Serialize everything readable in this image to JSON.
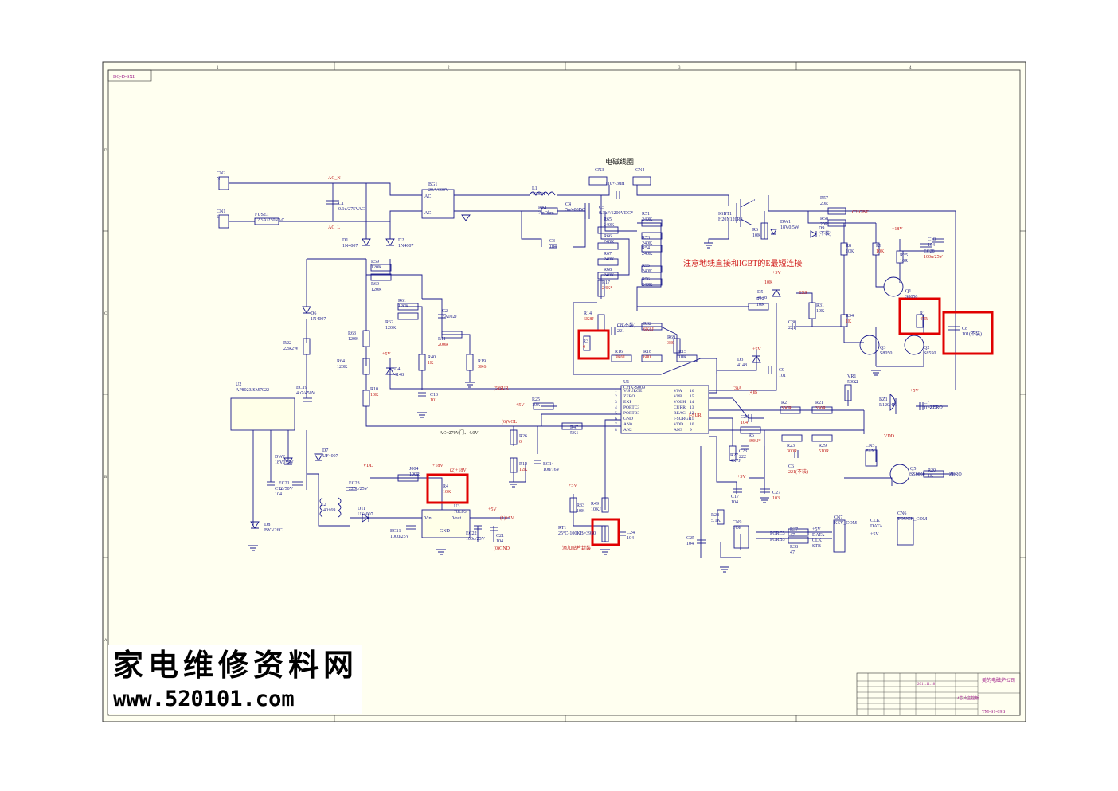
{
  "sheet": {
    "doc_code": "DQ-D-SXL",
    "title_block": {
      "company": "美的电磁炉公司",
      "model": "TM-S1-09B",
      "date": "2011.11.18",
      "product": "4芯片主控板"
    },
    "zones_top": [
      "1",
      "2",
      "3",
      "4"
    ],
    "zones_side": [
      "D",
      "C",
      "B",
      "A"
    ]
  },
  "notes": {
    "coil": "电磁线圈",
    "ground": "注意地线直接和IGBT的E最短连接",
    "ac_range": "AC~270V门、4.0V",
    "ntc": "添加贴片封装"
  },
  "components": [
    {
      "ref": "CN2",
      "value": "N"
    },
    {
      "ref": "CN1",
      "value": "L"
    },
    {
      "ref": "FUSE1",
      "value": "12.5A/250VAC"
    },
    {
      "ref": "C1",
      "value": "0.1u/275VAC"
    },
    {
      "ref": "BG1",
      "value": "20A/600V"
    },
    {
      "ref": "L1",
      "value": "400uH"
    },
    {
      "ref": "CN3",
      "value": ""
    },
    {
      "ref": "CN4",
      "value": ""
    },
    {
      "ref": "C5",
      "value": "0.3uF/1200VDC*"
    },
    {
      "ref": "C4",
      "value": "5u/400DC"
    },
    {
      "ref": "RKI",
      "value": "7mOhm"
    },
    {
      "ref": "C3",
      "value": "104"
    },
    {
      "ref": "IGBT1",
      "value": "H20N120R3"
    },
    {
      "ref": "R6",
      "value": "10K"
    },
    {
      "ref": "DW1",
      "value": "18V0.5W"
    },
    {
      "ref": "D9",
      "value": "(不装)"
    },
    {
      "ref": "R57",
      "value": "20R"
    },
    {
      "ref": "R58",
      "value": "20R"
    },
    {
      "ref": "R8",
      "value": "10K"
    },
    {
      "ref": "R9",
      "value": "10K"
    },
    {
      "ref": "R35",
      "value": "10R"
    },
    {
      "ref": "EC28",
      "value": "100u/25V"
    },
    {
      "ref": "C10",
      "value": "104"
    },
    {
      "ref": "Q1",
      "value": "S8050"
    },
    {
      "ref": "R1",
      "value": "47R"
    },
    {
      "ref": "C8",
      "value": "101(不装)"
    },
    {
      "ref": "Q3",
      "value": "S8050"
    },
    {
      "ref": "Q2",
      "value": "S8550"
    },
    {
      "ref": "R34",
      "value": "1K"
    },
    {
      "ref": "R31",
      "value": "10K"
    },
    {
      "ref": "C30",
      "value": "221"
    },
    {
      "ref": "R24",
      "value": "10K"
    },
    {
      "ref": "D5",
      "value": "4148"
    },
    {
      "ref": "D3",
      "value": "4148"
    },
    {
      "ref": "C9",
      "value": "101"
    },
    {
      "ref": "D1",
      "value": "1N4007"
    },
    {
      "ref": "D2",
      "value": "1N4007"
    },
    {
      "ref": "R59",
      "value": "120K"
    },
    {
      "ref": "R60",
      "value": "120K"
    },
    {
      "ref": "R61",
      "value": "120K"
    },
    {
      "ref": "R62",
      "value": "120K"
    },
    {
      "ref": "C2",
      "value": "3A102J"
    },
    {
      "ref": "R11",
      "value": "200R"
    },
    {
      "ref": "R19",
      "value": "3K6"
    },
    {
      "ref": "R40",
      "value": "1K"
    },
    {
      "ref": "C13",
      "value": "101"
    },
    {
      "ref": "R63",
      "value": "120K"
    },
    {
      "ref": "R64",
      "value": "120K"
    },
    {
      "ref": "R10",
      "value": "10K"
    },
    {
      "ref": "D4",
      "value": "4148"
    },
    {
      "ref": "D6",
      "value": "1N4007"
    },
    {
      "ref": "R22",
      "value": "22R2W"
    },
    {
      "ref": "R65",
      "value": "240K"
    },
    {
      "ref": "R66",
      "value": "240K"
    },
    {
      "ref": "R67",
      "value": "240K"
    },
    {
      "ref": "R68",
      "value": "240K"
    },
    {
      "ref": "R51",
      "value": "240K"
    },
    {
      "ref": "R53",
      "value": "240K"
    },
    {
      "ref": "R54",
      "value": "240K"
    },
    {
      "ref": "R55",
      "value": "240K"
    },
    {
      "ref": "R56",
      "value": "240K"
    },
    {
      "ref": "R17",
      "value": "24K*"
    },
    {
      "ref": "R14",
      "value": "6K8J"
    },
    {
      "ref": "R3",
      "value": "0"
    },
    {
      "ref": "C8b",
      "value": "221"
    },
    {
      "ref": "R32",
      "value": "6K8J"
    },
    {
      "ref": "R69",
      "value": "330"
    },
    {
      "ref": "R16",
      "value": "3K6J"
    },
    {
      "ref": "R18",
      "value": "680"
    },
    {
      "ref": "R15",
      "value": "10K"
    },
    {
      "ref": "U1",
      "value": "CHK-S009"
    },
    {
      "ref": "U2",
      "value": "AP8023/SM7022"
    },
    {
      "ref": "EC19",
      "value": "4u7/450V"
    },
    {
      "ref": "DW2",
      "value": "18V0.5W"
    },
    {
      "ref": "D7",
      "value": "UF4007"
    },
    {
      "ref": "EC23",
      "value": "220u/25V"
    },
    {
      "ref": "EC21",
      "value": "1u/50V"
    },
    {
      "ref": "C12",
      "value": "104"
    },
    {
      "ref": "L2",
      "value": "140+69"
    },
    {
      "ref": "D11",
      "value": "UF4007"
    },
    {
      "ref": "D8",
      "value": "BYV26C"
    },
    {
      "ref": "EC11",
      "value": "100u/25V"
    },
    {
      "ref": "J004",
      "value": "100R"
    },
    {
      "ref": "R4",
      "value": "10K"
    },
    {
      "ref": "U3",
      "value": "78L05"
    },
    {
      "ref": "EC22",
      "value": "100u/25V"
    },
    {
      "ref": "C21",
      "value": "104"
    },
    {
      "ref": "R25",
      "value": "10K"
    },
    {
      "ref": "R47",
      "value": "5K1"
    },
    {
      "ref": "R26",
      "value": "0"
    },
    {
      "ref": "R12",
      "value": "12K"
    },
    {
      "ref": "EC14",
      "value": "10u/16V"
    },
    {
      "ref": "R33",
      "value": "10K"
    },
    {
      "ref": "R49",
      "value": "10KJ"
    },
    {
      "ref": "RT1",
      "value": "25°C-100KB=3950"
    },
    {
      "ref": "C24",
      "value": "104"
    },
    {
      "ref": "VR1",
      "value": "500Ω"
    },
    {
      "ref": "R2",
      "value": "300R"
    },
    {
      "ref": "R21",
      "value": "330R"
    },
    {
      "ref": "C26",
      "value": "104"
    },
    {
      "ref": "R5",
      "value": "39KJ*"
    },
    {
      "ref": "R27",
      "value": "4K7J"
    },
    {
      "ref": "C23",
      "value": "222"
    },
    {
      "ref": "R23",
      "value": "300R"
    },
    {
      "ref": "R29",
      "value": "510R"
    },
    {
      "ref": "C6",
      "value": "221(不装)"
    },
    {
      "ref": "C17",
      "value": "104"
    },
    {
      "ref": "C27",
      "value": "103"
    },
    {
      "ref": "R28",
      "value": "5.1K"
    },
    {
      "ref": "C25",
      "value": "104"
    },
    {
      "ref": "CN9",
      "value": "TOP"
    },
    {
      "ref": "BZ1",
      "value": "R120/4K"
    },
    {
      "ref": "C7",
      "value": "105"
    },
    {
      "ref": "CN5",
      "value": "FAN"
    },
    {
      "ref": "Q5",
      "value": "SS8050"
    },
    {
      "ref": "R20",
      "value": "1K"
    },
    {
      "ref": "R37",
      "value": "47"
    },
    {
      "ref": "R38",
      "value": "47"
    },
    {
      "ref": "CN7",
      "value": "KEY_COM"
    },
    {
      "ref": "CN6",
      "value": "TOUCH_COM"
    }
  ],
  "ic_pins": {
    "left": [
      "V-SURGE",
      "ZERO",
      "EXP",
      "PORTC3",
      "PORTB3",
      "GND",
      "AN0",
      "AN2"
    ],
    "left_nums": [
      "1",
      "2",
      "3",
      "4",
      "5",
      "6",
      "7",
      "8"
    ],
    "right": [
      "VPA",
      "VPB",
      "VOLH",
      "CURR",
      "REAC",
      "I-SURGE",
      "VDD",
      "AN3"
    ],
    "right_nums": [
      "16",
      "15",
      "14",
      "13",
      "12",
      "11",
      "10",
      "9"
    ]
  },
  "nets": {
    "acn": "AC_N",
    "acl": "AC_L",
    "ac": "AC",
    "gnd": "GND",
    "vdd": "VDD",
    "p18": "+18V",
    "p5": "+5V",
    "s18": "(2)+18V",
    "s5": "(1)+5V",
    "sgnd": "(0)GND",
    "ssur": "(5)SUR",
    "svol": "(6)VOL",
    "sa": "(3)A",
    "sb": "(4)B",
    "exp": "EXP",
    "zero": "ZERO",
    "isur": "I-SUR",
    "cigbt": "C?IGBT",
    "porc3": "PORC3",
    "porb3": "PORB3",
    "clk": "CLK",
    "data": "DATA",
    "stb": "STB",
    "vout": "Vout",
    "vin": "Vin",
    "g": "G",
    "p110": "110+-3uH"
  }
}
